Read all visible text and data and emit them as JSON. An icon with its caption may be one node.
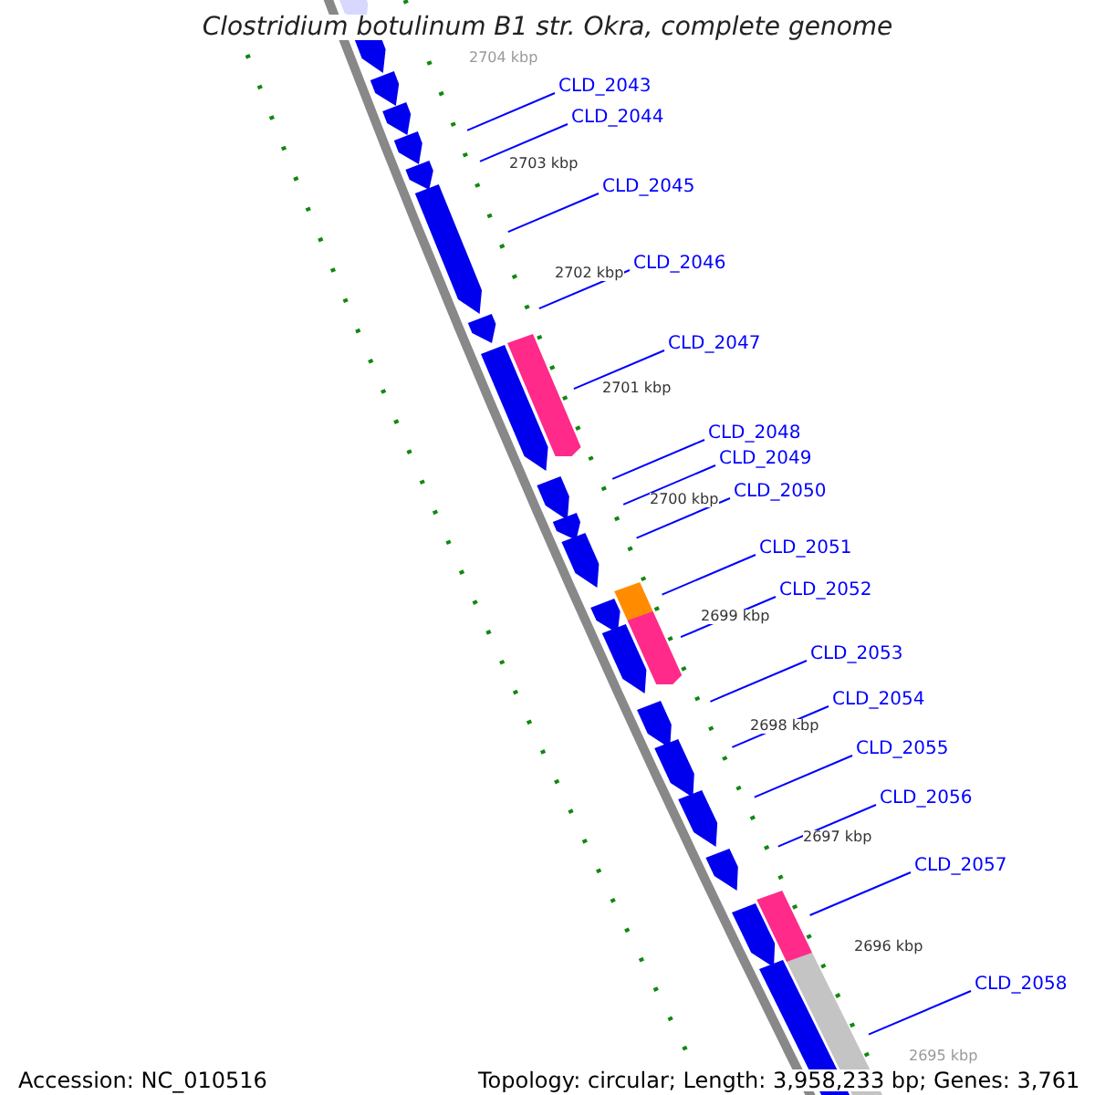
{
  "diagram": {
    "title": "Clostridium botulinum B1 str. Okra, complete genome",
    "nodes": [
      {
        "text": [
          "CLD_2043"
        ]
      },
      {
        "text": [
          "CLD_2044"
        ]
      },
      {
        "text": [
          "CLD_2045"
        ]
      },
      {
        "text": [
          "CLD_2046"
        ]
      },
      {
        "text": [
          "CLD_2047"
        ]
      },
      {
        "text": [
          "CLD_2048"
        ]
      },
      {
        "text": [
          "CLD_2049"
        ]
      },
      {
        "text": [
          "CLD_2050"
        ]
      },
      {
        "text": [
          "CLD_2051"
        ]
      },
      {
        "text": [
          "CLD_2052"
        ]
      },
      {
        "text": [
          "CLD_2053"
        ]
      },
      {
        "text": [
          "CLD_2054"
        ]
      },
      {
        "text": [
          "CLD_2055"
        ]
      },
      {
        "text": [
          "CLD_2056"
        ]
      },
      {
        "text": [
          "CLD_2057"
        ]
      },
      {
        "text": [
          "CLD_2058"
        ]
      }
    ],
    "edges": [
      {
        "from": 0,
        "to": null,
        "arrow": "none"
      },
      {
        "from": 1,
        "to": null,
        "arrow": "none"
      },
      {
        "from": 2,
        "to": null,
        "arrow": "none"
      },
      {
        "from": 3,
        "to": null,
        "arrow": "none"
      },
      {
        "from": 4,
        "to": null,
        "arrow": "none"
      },
      {
        "from": 5,
        "to": null,
        "arrow": "none"
      },
      {
        "from": 6,
        "to": null,
        "arrow": "none"
      },
      {
        "from": 7,
        "to": null,
        "arrow": "none"
      },
      {
        "from": 8,
        "to": null,
        "arrow": "none"
      },
      {
        "from": 9,
        "to": null,
        "arrow": "none"
      },
      {
        "from": 10,
        "to": null,
        "arrow": "none"
      },
      {
        "from": 11,
        "to": null,
        "arrow": "none"
      },
      {
        "from": 12,
        "to": null,
        "arrow": "none"
      },
      {
        "from": 13,
        "to": null,
        "arrow": "none"
      },
      {
        "from": 14,
        "to": null,
        "arrow": "none"
      },
      {
        "from": 15,
        "to": null,
        "arrow": "none"
      }
    ],
    "labels": [
      "2704 kbp",
      "2703 kbp",
      "2702 kbp",
      "2701 kbp",
      "2700 kbp",
      "2699 kbp",
      "2698 kbp",
      "2697 kbp",
      "2696 kbp",
      "2695 kbp",
      "Accession: NC_010516",
      "Topology: circular; Length: 3,958,233 bp; Genes: 3,761"
    ]
  }
}
